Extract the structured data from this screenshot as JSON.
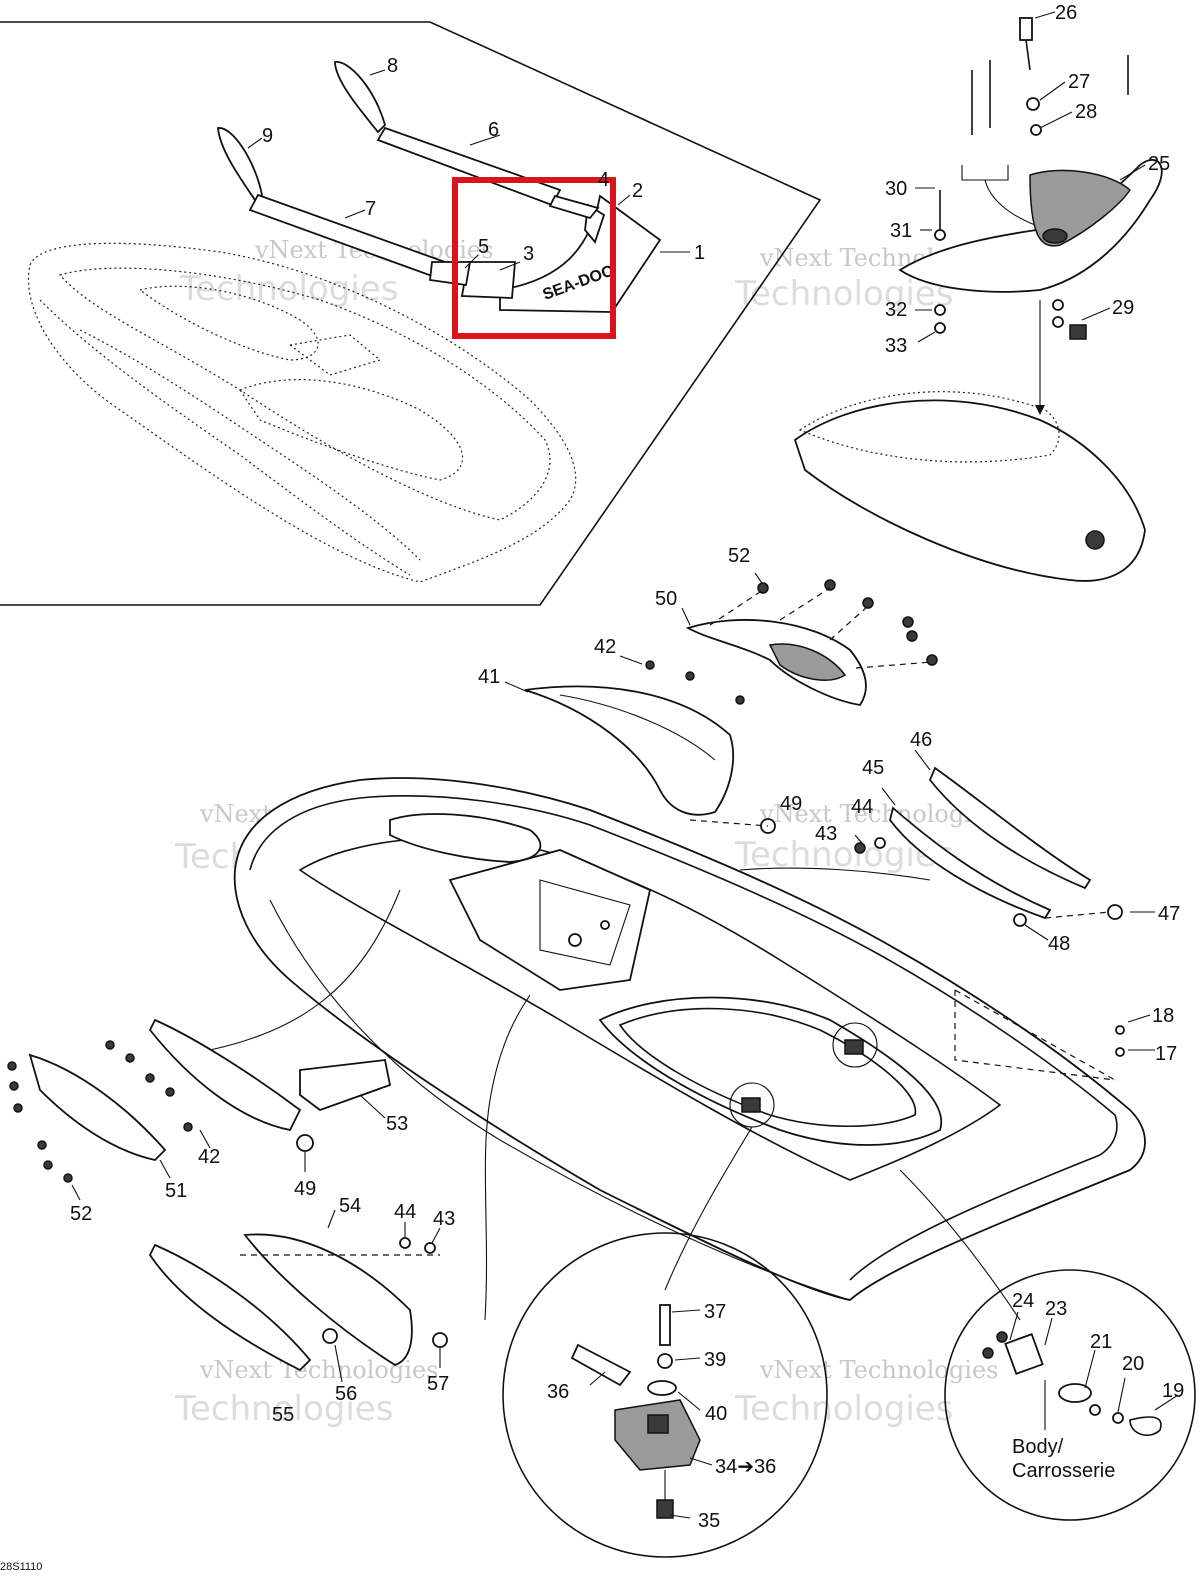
{
  "diagram": {
    "callouts": [
      "1",
      "2",
      "3",
      "4",
      "5",
      "6",
      "7",
      "8",
      "9",
      "17",
      "18",
      "19",
      "20",
      "21",
      "23",
      "24",
      "25",
      "26",
      "27",
      "28",
      "29",
      "30",
      "31",
      "32",
      "33",
      "34➔36",
      "35",
      "36",
      "37",
      "39",
      "40",
      "41",
      "42",
      "43",
      "44",
      "45",
      "46",
      "47",
      "48",
      "49",
      "50",
      "51",
      "52",
      "53",
      "54",
      "55",
      "56",
      "57"
    ],
    "body_label_line1": "Body/",
    "body_label_line2": "Carrosserie",
    "figure_code": "28S1110",
    "watermark_small": "vNext Technologies",
    "watermark_large": "Technologies",
    "highlight_color": "#d9141b"
  }
}
